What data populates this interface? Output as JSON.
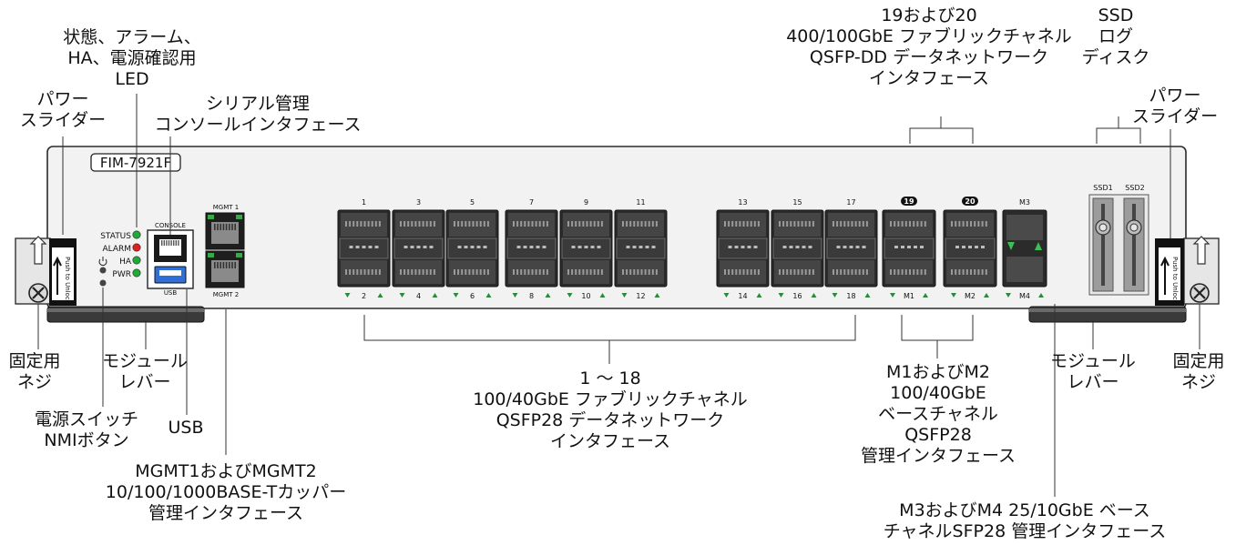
{
  "module": {
    "model": "FIM-7921F",
    "console_label": "CONSOLE",
    "usb_label": "USB",
    "mgmt1_label": "MGMT 1",
    "mgmt2_label": "MGMT 2",
    "ssd1_label": "SSD1",
    "ssd2_label": "SSD2",
    "unlock_text": "Push to Unlock",
    "leds": [
      "STATUS",
      "ALARM",
      "HA",
      "PWR"
    ],
    "led_colors": [
      "#1faa3a",
      "#e02020",
      "#1faa3a",
      "#1faa3a"
    ],
    "port_top_labels": [
      "1",
      "3",
      "5",
      "7",
      "9",
      "11",
      "13",
      "15",
      "17",
      "19",
      "20",
      "M3"
    ],
    "port_bottom_labels": [
      "2",
      "4",
      "6",
      "8",
      "10",
      "12",
      "14",
      "16",
      "18",
      "M1",
      "M2",
      "M4"
    ]
  },
  "callouts": {
    "power_slider_left": [
      "パワー",
      "スライダー"
    ],
    "led_status": [
      "状態、アラーム、",
      "HA、電源確認用",
      "LED"
    ],
    "serial_console": [
      "シリアル管理",
      "コンソールインタフェース"
    ],
    "qsfpdd": [
      "19および20",
      "400/100GbE ファブリックチャネル",
      "QSFP-DD データネットワーク",
      "インタフェース"
    ],
    "ssd": [
      "SSD",
      "ログ",
      "ディスク"
    ],
    "power_slider_right": [
      "パワー",
      "スライダー"
    ],
    "screw_left": [
      "固定用",
      "ネジ"
    ],
    "lever_left": [
      "モジュール",
      "レバー"
    ],
    "power_switch": [
      "電源スイッチ",
      "NMIボタン"
    ],
    "usb": [
      "USB"
    ],
    "mgmt": [
      "MGMT1およびMGMT2",
      "10/100/1000BASE-Tカッパー",
      "管理インタフェース"
    ],
    "qsfp28_data": [
      "1 ～ 18",
      "100/40GbE ファブリックチャネル",
      "QSFP28 データネットワーク",
      "インタフェース"
    ],
    "m1m2": [
      "M1およびM2",
      "100/40GbE",
      "ベースチャネル",
      "QSFP28",
      "管理インタフェース"
    ],
    "lever_right": [
      "モジュール",
      "レバー"
    ],
    "screw_right": [
      "固定用",
      "ネジ"
    ],
    "m3m4": [
      "M3およびM4 25/10GbE ベース",
      "チャネルSFP28 管理インタフェース"
    ]
  }
}
